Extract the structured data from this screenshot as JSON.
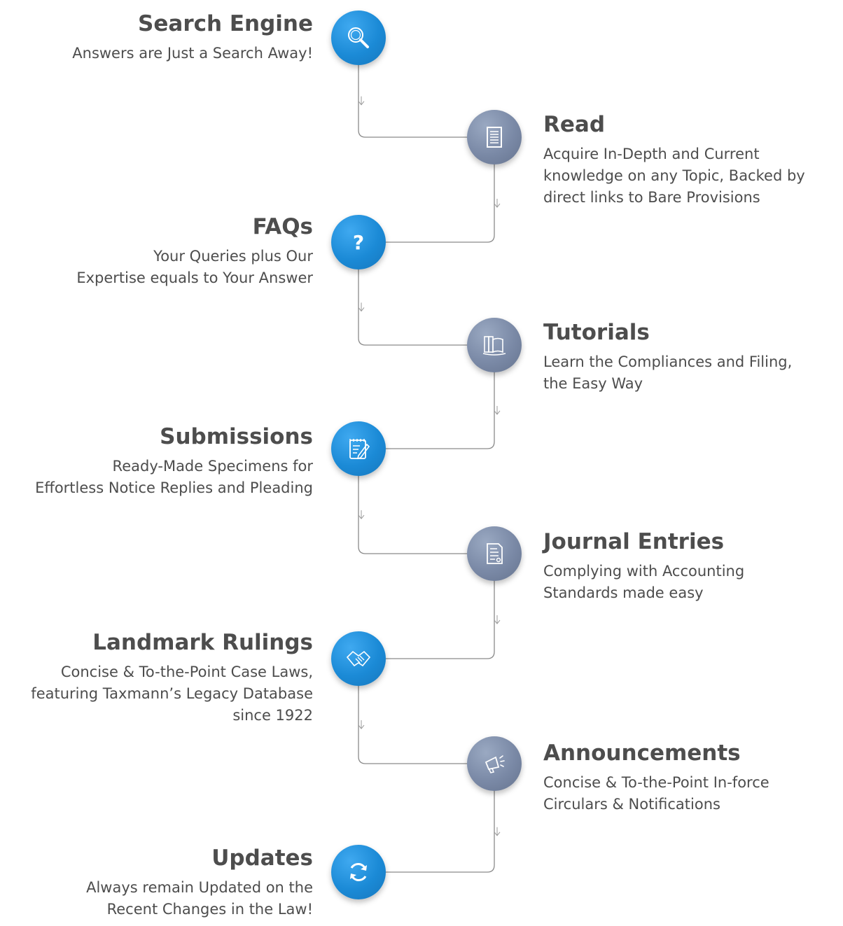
{
  "steps": [
    {
      "title": "Search Engine",
      "desc": [
        "Answers are Just a Search Away!"
      ],
      "icon": "search-icon",
      "color": "#1b8ad6"
    },
    {
      "title": "Read",
      "desc": [
        "Acquire In-Depth and Current",
        "knowledge on any Topic, Backed by",
        "direct links to Bare Provisions"
      ],
      "icon": "document-icon",
      "color": "#7a89a6"
    },
    {
      "title": "FAQs",
      "desc": [
        "Your Queries plus Our",
        "Expertise equals to Your Answer"
      ],
      "icon": "question-icon",
      "color": "#1b8ad6"
    },
    {
      "title": "Tutorials",
      "desc": [
        "Learn the Compliances and Filing,",
        "the Easy Way"
      ],
      "icon": "book-icon",
      "color": "#7a89a6"
    },
    {
      "title": "Submissions",
      "desc": [
        "Ready-Made Specimens for",
        "Effortless Notice Replies and Pleading"
      ],
      "icon": "notepad-pen-icon",
      "color": "#1b8ad6"
    },
    {
      "title": "Journal Entries",
      "desc": [
        "Complying with Accounting",
        "Standards made easy"
      ],
      "icon": "ledger-icon",
      "color": "#7a89a6"
    },
    {
      "title": "Landmark Rulings",
      "desc": [
        "Concise & To-the-Point Case Laws,",
        "featuring Taxmann’s Legacy Database",
        "since 1922"
      ],
      "icon": "handshake-icon",
      "color": "#1b8ad6"
    },
    {
      "title": "Announcements",
      "desc": [
        "Concise & To-the-Point In-force",
        "Circulars  & Notifications"
      ],
      "icon": "megaphone-icon",
      "color": "#7a89a6"
    },
    {
      "title": "Updates",
      "desc": [
        "Always remain Updated on the",
        "Recent Changes in the Law!"
      ],
      "icon": "refresh-icon",
      "color": "#1b8ad6"
    }
  ]
}
